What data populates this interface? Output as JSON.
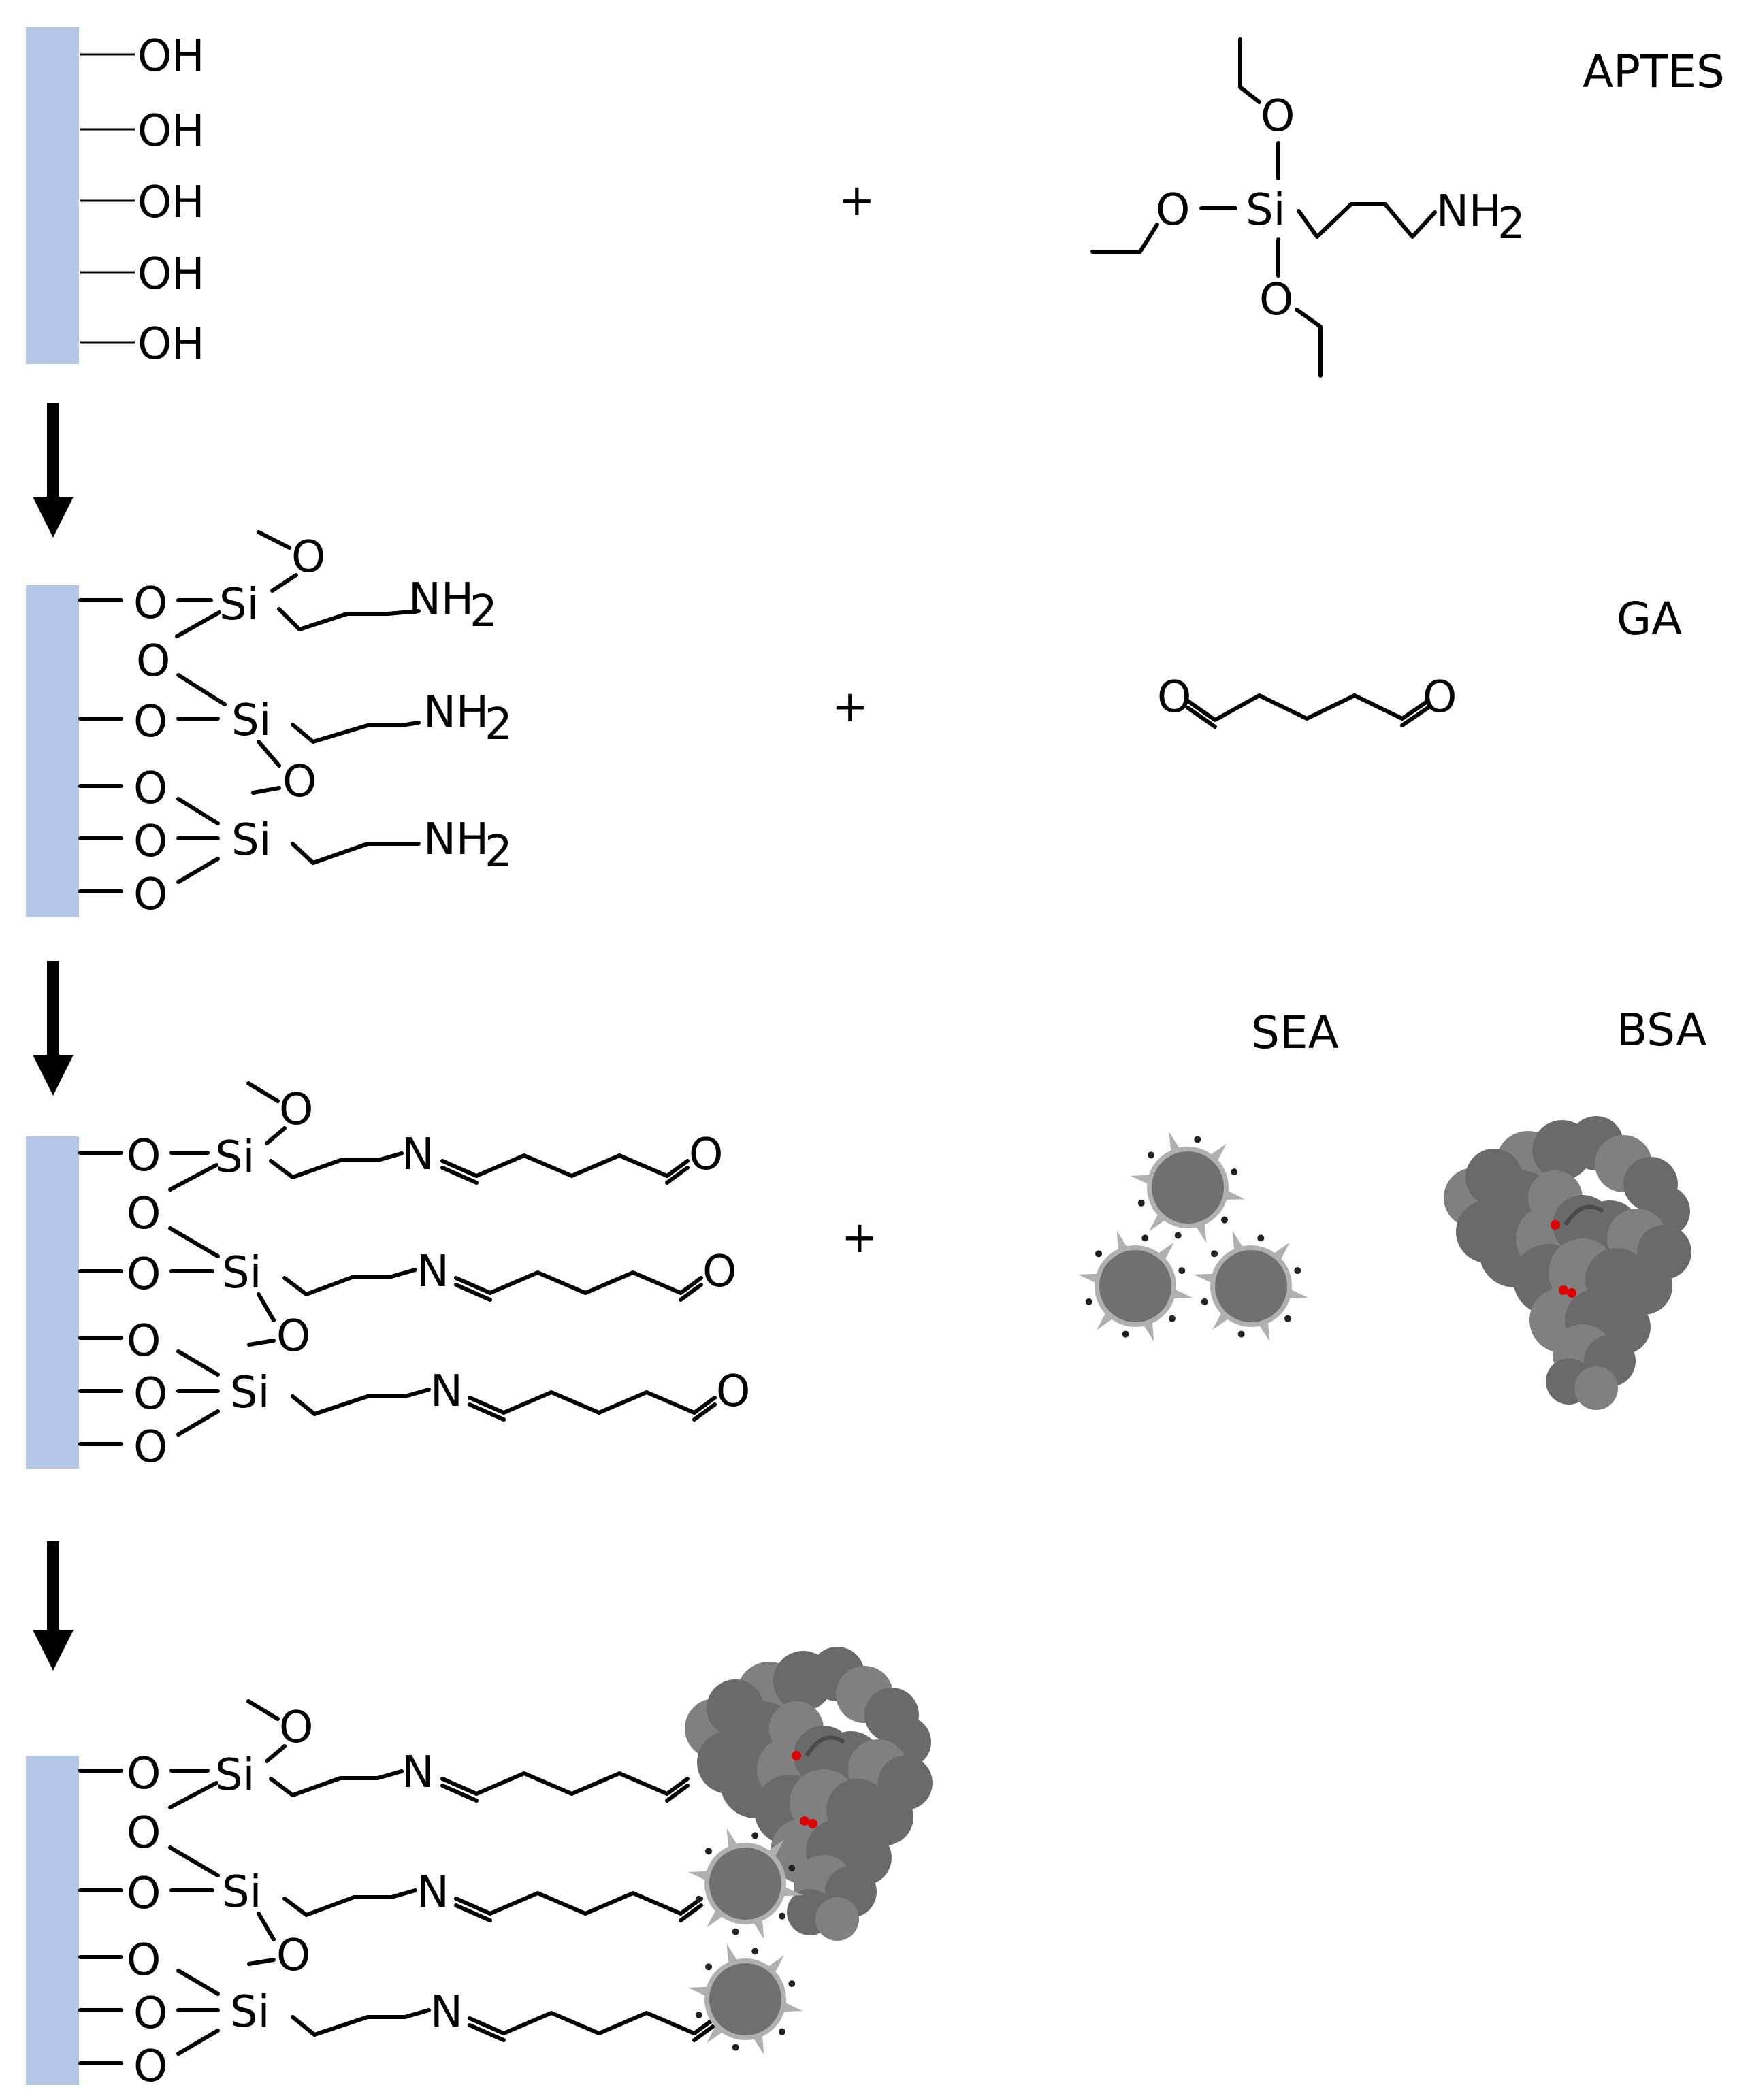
{
  "labels": {
    "aptes": "APTES",
    "ga": "GA",
    "sea": "SEA",
    "bsa": "BSA"
  },
  "symbols": {
    "plus": "+",
    "hydroxyl": "OH",
    "oxygen": "O",
    "silicon": "Si",
    "nitrogen": "N",
    "amine": "NH",
    "amine_subscript": "2"
  },
  "colors": {
    "substrate": "#b4c7e7",
    "protein": "#6a6a6a",
    "protein_light": "#808080",
    "particle_core": "#707070",
    "particle_ring": "#b0b0b0",
    "active_site": "#e00000"
  }
}
